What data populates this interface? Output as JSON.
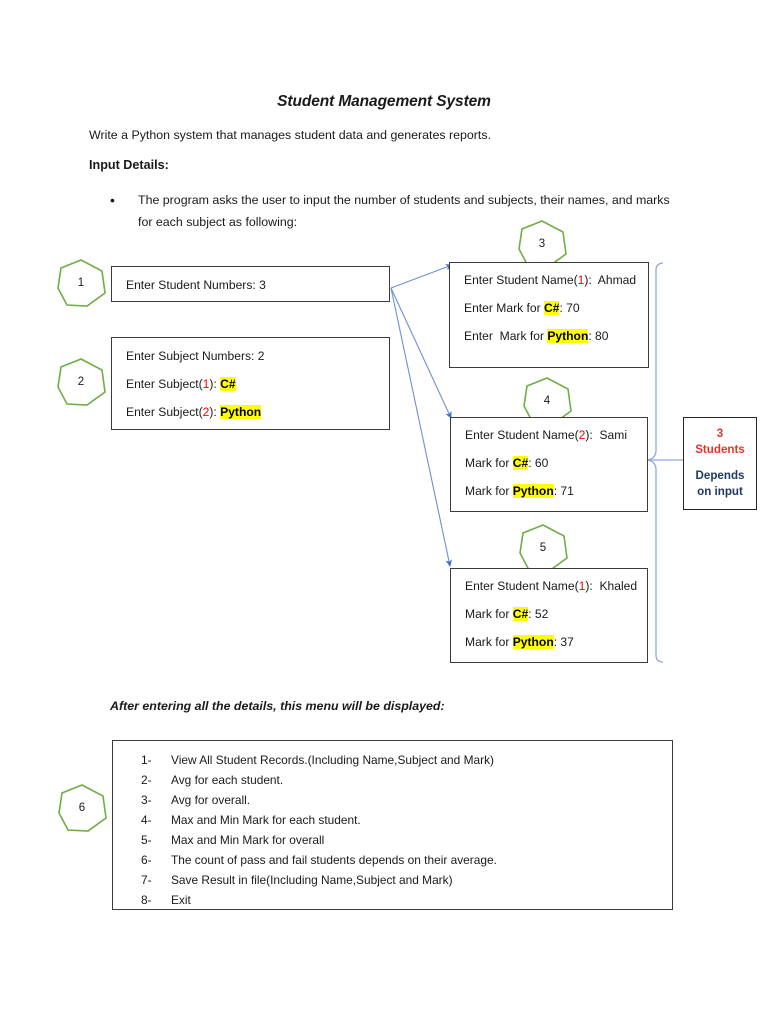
{
  "document": {
    "title": "Student Management System",
    "intro": "Write a Python system that manages student data and generates reports.",
    "section_heading": "Input Details:",
    "bullet": "The program asks the user to input the number of students and subjects, their names, and marks for each subject as following:",
    "menu_caption": "After entering all the details, this menu will be displayed:"
  },
  "markers": {
    "m1": "1",
    "m2": "2",
    "m3": "3",
    "m4": "4",
    "m5": "5",
    "m6": "6"
  },
  "boxes": {
    "student_numbers": {
      "line1": "Enter Student Numbers: 3"
    },
    "subject_numbers": {
      "line1": "Enter Subject Numbers: 2",
      "line2_prefix": "Enter Subject(",
      "line2_index": "1",
      "line2_mid": "): ",
      "line2_value": "C#",
      "line3_prefix": "Enter Subject(",
      "line3_index": "2",
      "line3_mid": "): ",
      "line3_value": "Python"
    },
    "student1": {
      "name_prefix": "Enter Student Name(",
      "name_index": "1",
      "name_mid": "):  ",
      "name_value": "Ahmad",
      "mark1_prefix": "Enter Mark for ",
      "mark1_subject": "C#",
      "mark1_suffix": ": 70",
      "mark2_prefix": "Enter  Mark for ",
      "mark2_subject": "Python",
      "mark2_suffix": ": 80"
    },
    "student2": {
      "name_prefix": "Enter Student Name(",
      "name_index": "2",
      "name_mid": "):  ",
      "name_value": "Sami",
      "mark1_prefix": "Mark for ",
      "mark1_subject": "C#",
      "mark1_suffix": ": 60",
      "mark2_prefix": "Mark for ",
      "mark2_subject": "Python",
      "mark2_suffix": ": 71"
    },
    "student3": {
      "name_prefix": "Enter Student Name(",
      "name_index": "1",
      "name_mid": "):  ",
      "name_value": "Khaled",
      "mark1_prefix": "Mark for ",
      "mark1_subject": "C#",
      "mark1_suffix": ": 52",
      "mark2_prefix": "Mark for ",
      "mark2_subject": "Python",
      "mark2_suffix": ": 37"
    }
  },
  "callout": {
    "count_line1": "3",
    "count_line2": "Students",
    "note_line1": "Depends",
    "note_line2": "on input"
  },
  "menu": {
    "items": [
      {
        "num": "1-",
        "text": "View All Student Records.(Including Name,Subject and Mark)"
      },
      {
        "num": "2-",
        "text": "Avg for each student."
      },
      {
        "num": "3-",
        "text": "Avg for overall."
      },
      {
        "num": "4-",
        "text": "Max and Min Mark for each student."
      },
      {
        "num": "5-",
        "text": "Max and Min Mark for overall"
      },
      {
        "num": "6-",
        "text": "The count of pass and fail students depends on their average."
      },
      {
        "num": "7-",
        "text": "Save Result in file(Including Name,Subject and Mark)"
      },
      {
        "num": "8-",
        "text": "Exit"
      }
    ]
  },
  "colors": {
    "highlight": "#FFFF00",
    "index_red": "#FF0000",
    "callout_red": "#E8332A",
    "callout_navy": "#1F3864",
    "heptagon_green": "#70AD47",
    "arrow_blue": "#4472C4",
    "brace_blue": "#8FAADC",
    "box_border": "#3B3B3B"
  }
}
